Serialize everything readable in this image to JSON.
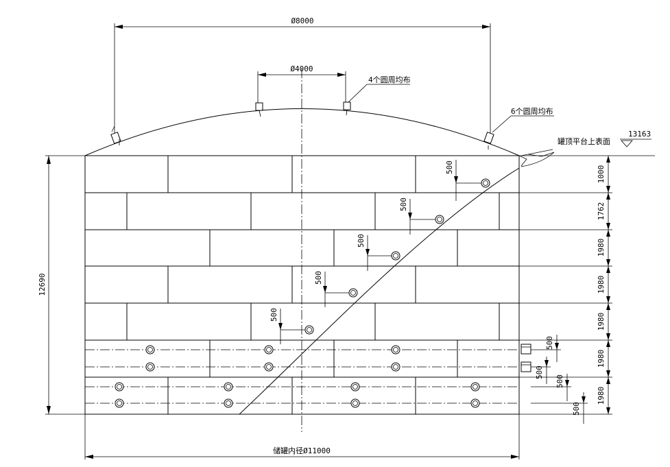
{
  "dimensions": {
    "top_span": "Ø8000",
    "inner_span": "Ø4000",
    "inner_diameter": "储罐内径Ø11000",
    "total_height": "12690",
    "elevation": "13163",
    "course_heights": [
      "1000",
      "1762",
      "1980",
      "1980",
      "1980",
      "1980",
      "1980"
    ],
    "stair_offsets": [
      "500",
      "500",
      "500",
      "500",
      "500"
    ],
    "right_offsets": [
      "500",
      "500",
      "500",
      "500"
    ]
  },
  "notes": {
    "four_holes": "4个圆周均布",
    "six_holes": "6个圆周均布",
    "platform": "罐顶平台上表面"
  }
}
